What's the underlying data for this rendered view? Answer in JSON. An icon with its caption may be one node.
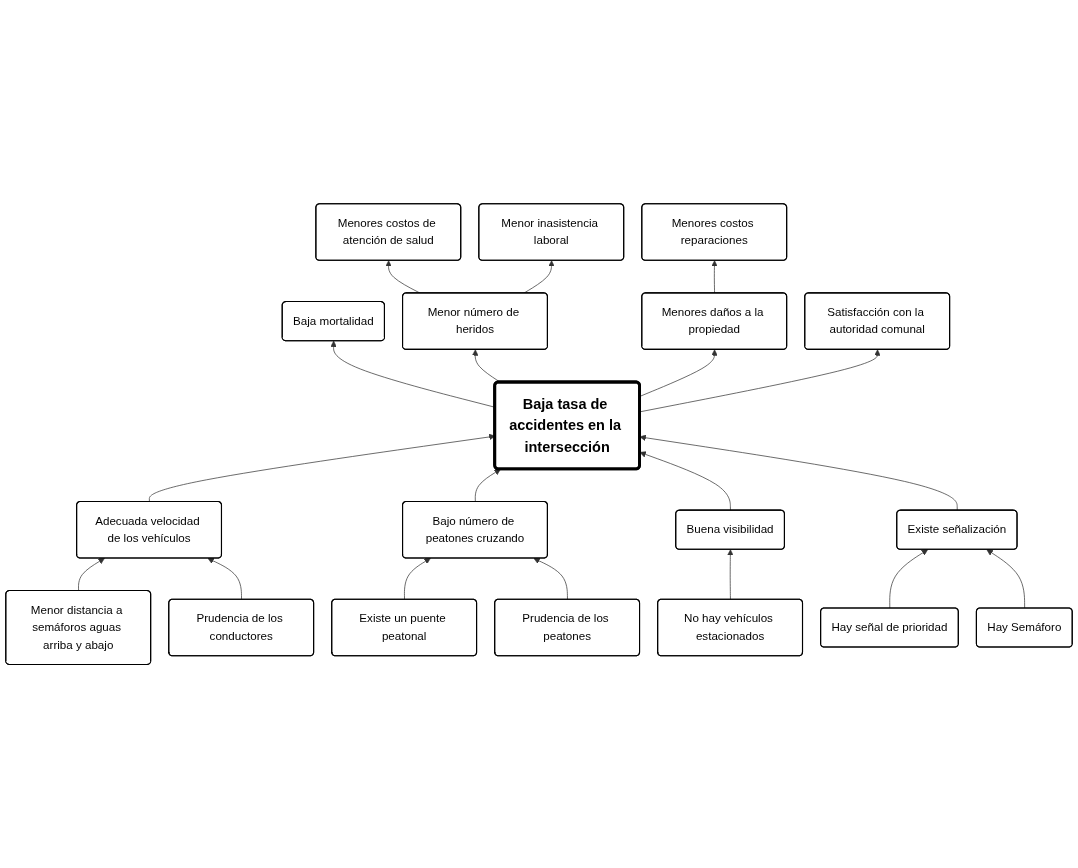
{
  "diagram": {
    "nodes": [
      {
        "text": [
          "Menores costos de atención de salud"
        ]
      },
      {
        "text": [
          "Menor inasistencia laboral"
        ]
      },
      {
        "text": [
          "Menores costos reparaciones"
        ]
      },
      {
        "text": [
          "Baja mortalidad"
        ]
      },
      {
        "text": [
          "Menor número de heridos"
        ]
      },
      {
        "text": [
          "Menores daños a la propiedad"
        ]
      },
      {
        "text": [
          "Satisfacción con la autoridad comunal"
        ]
      },
      {
        "text": [
          "Baja tasa de accidentes en la intersección"
        ]
      },
      {
        "text": [
          "Adecuada velocidad de los vehículos"
        ]
      },
      {
        "text": [
          "Bajo número de peatones cruzando"
        ]
      },
      {
        "text": [
          "Buena visibilidad"
        ]
      },
      {
        "text": [
          "Existe señalización"
        ]
      },
      {
        "text": [
          "Menor distancia a semáforos aguas arriba y abajo"
        ]
      },
      {
        "text": [
          "Existe un puente peatonal"
        ]
      },
      {
        "text": [
          "No hay vehículos estacionados"
        ]
      },
      {
        "text": [
          "Hay Semáforo"
        ]
      },
      {
        "text": [
          "Prudencia de los conductores"
        ]
      },
      {
        "text": [
          "Prudencia de los peatones"
        ]
      },
      {
        "text": [
          "Hay señal de prioridad"
        ]
      }
    ],
    "edges": [
      {
        "from": 4,
        "to": 0,
        "arrow": "to"
      },
      {
        "from": 4,
        "to": 1,
        "arrow": "to"
      },
      {
        "from": 5,
        "to": 2,
        "arrow": "to"
      },
      {
        "from": 7,
        "to": 3,
        "arrow": "to"
      },
      {
        "from": 7,
        "to": 4,
        "arrow": "to"
      },
      {
        "from": 7,
        "to": 5,
        "arrow": "to"
      },
      {
        "from": 7,
        "to": 6,
        "arrow": "to"
      },
      {
        "from": 8,
        "to": 7,
        "arrow": "to"
      },
      {
        "from": 9,
        "to": 7,
        "arrow": "to"
      },
      {
        "from": 10,
        "to": 7,
        "arrow": "to"
      },
      {
        "from": 11,
        "to": 7,
        "arrow": "to"
      },
      {
        "from": 12,
        "to": 8,
        "arrow": "to"
      },
      {
        "from": 16,
        "to": 8,
        "arrow": "to"
      },
      {
        "from": 13,
        "to": 9,
        "arrow": "to"
      },
      {
        "from": 17,
        "to": 9,
        "arrow": "to"
      },
      {
        "from": 14,
        "to": 10,
        "arrow": "to"
      },
      {
        "from": 18,
        "to": 11,
        "arrow": "to"
      },
      {
        "from": 15,
        "to": 11,
        "arrow": "to"
      }
    ]
  }
}
